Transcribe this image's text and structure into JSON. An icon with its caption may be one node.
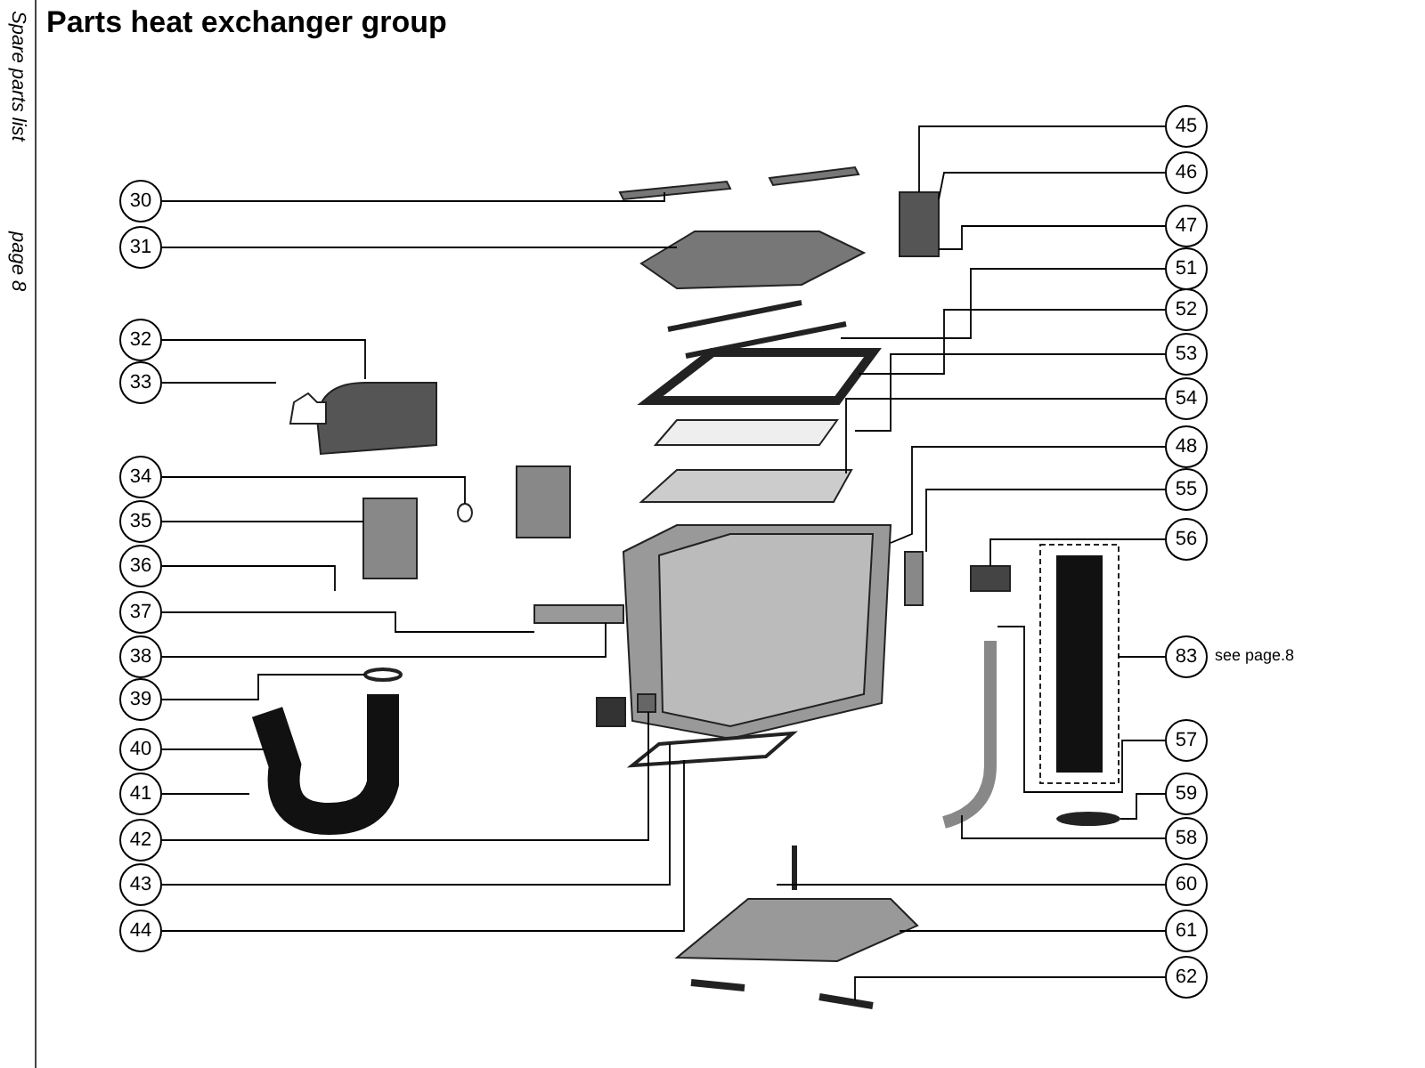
{
  "diagram": {
    "title": "Parts heat exchanger group",
    "nodes": [
      {
        "text": [
          "30"
        ]
      },
      {
        "text": [
          "31"
        ]
      },
      {
        "text": [
          "32"
        ]
      },
      {
        "text": [
          "33"
        ]
      },
      {
        "text": [
          "34"
        ]
      },
      {
        "text": [
          "35"
        ]
      },
      {
        "text": [
          "36"
        ]
      },
      {
        "text": [
          "37"
        ]
      },
      {
        "text": [
          "38"
        ]
      },
      {
        "text": [
          "39"
        ]
      },
      {
        "text": [
          "40"
        ]
      },
      {
        "text": [
          "41"
        ]
      },
      {
        "text": [
          "42"
        ]
      },
      {
        "text": [
          "43"
        ]
      },
      {
        "text": [
          "44"
        ]
      },
      {
        "text": [
          "45"
        ]
      },
      {
        "text": [
          "46"
        ]
      },
      {
        "text": [
          "47"
        ]
      },
      {
        "text": [
          "51"
        ]
      },
      {
        "text": [
          "52"
        ]
      },
      {
        "text": [
          "53"
        ]
      },
      {
        "text": [
          "54"
        ]
      },
      {
        "text": [
          "48"
        ]
      },
      {
        "text": [
          "55"
        ]
      },
      {
        "text": [
          "56"
        ]
      },
      {
        "text": [
          "83"
        ],
        "beside": [
          "see page.8"
        ]
      },
      {
        "text": [
          "57"
        ]
      },
      {
        "text": [
          "59"
        ]
      },
      {
        "text": [
          "58"
        ]
      },
      {
        "text": [
          "60"
        ]
      },
      {
        "text": [
          "61"
        ]
      },
      {
        "text": [
          "62"
        ]
      }
    ],
    "edges": [
      {
        "from": 0,
        "to": null,
        "arrow": "none"
      },
      {
        "from": 1,
        "to": null,
        "arrow": "none"
      },
      {
        "from": 2,
        "to": null,
        "arrow": "none"
      },
      {
        "from": 3,
        "to": null,
        "arrow": "none"
      },
      {
        "from": 4,
        "to": null,
        "arrow": "none"
      },
      {
        "from": 5,
        "to": null,
        "arrow": "none"
      },
      {
        "from": 6,
        "to": null,
        "arrow": "none"
      },
      {
        "from": 7,
        "to": null,
        "arrow": "none"
      },
      {
        "from": 8,
        "to": null,
        "arrow": "none"
      },
      {
        "from": 9,
        "to": null,
        "arrow": "none"
      },
      {
        "from": 10,
        "to": null,
        "arrow": "none"
      },
      {
        "from": 11,
        "to": null,
        "arrow": "none"
      },
      {
        "from": 12,
        "to": null,
        "arrow": "none"
      },
      {
        "from": 13,
        "to": null,
        "arrow": "none"
      },
      {
        "from": 14,
        "to": null,
        "arrow": "none"
      },
      {
        "from": 15,
        "to": null,
        "arrow": "none"
      },
      {
        "from": 16,
        "to": null,
        "arrow": "none"
      },
      {
        "from": 17,
        "to": null,
        "arrow": "none"
      },
      {
        "from": 18,
        "to": null,
        "arrow": "none"
      },
      {
        "from": 19,
        "to": null,
        "arrow": "none"
      },
      {
        "from": 20,
        "to": null,
        "arrow": "none"
      },
      {
        "from": 21,
        "to": null,
        "arrow": "none"
      },
      {
        "from": 22,
        "to": null,
        "arrow": "none"
      },
      {
        "from": 23,
        "to": null,
        "arrow": "none"
      },
      {
        "from": 24,
        "to": null,
        "arrow": "none"
      },
      {
        "from": 25,
        "to": null,
        "arrow": "none"
      },
      {
        "from": 26,
        "to": null,
        "arrow": "none"
      },
      {
        "from": 27,
        "to": null,
        "arrow": "none"
      },
      {
        "from": 28,
        "to": null,
        "arrow": "none"
      },
      {
        "from": 29,
        "to": null,
        "arrow": "none"
      },
      {
        "from": 30,
        "to": null,
        "arrow": "none"
      },
      {
        "from": 31,
        "to": null,
        "arrow": "none"
      }
    ],
    "labels": [
      "Spare parts list",
      "page 8"
    ]
  }
}
